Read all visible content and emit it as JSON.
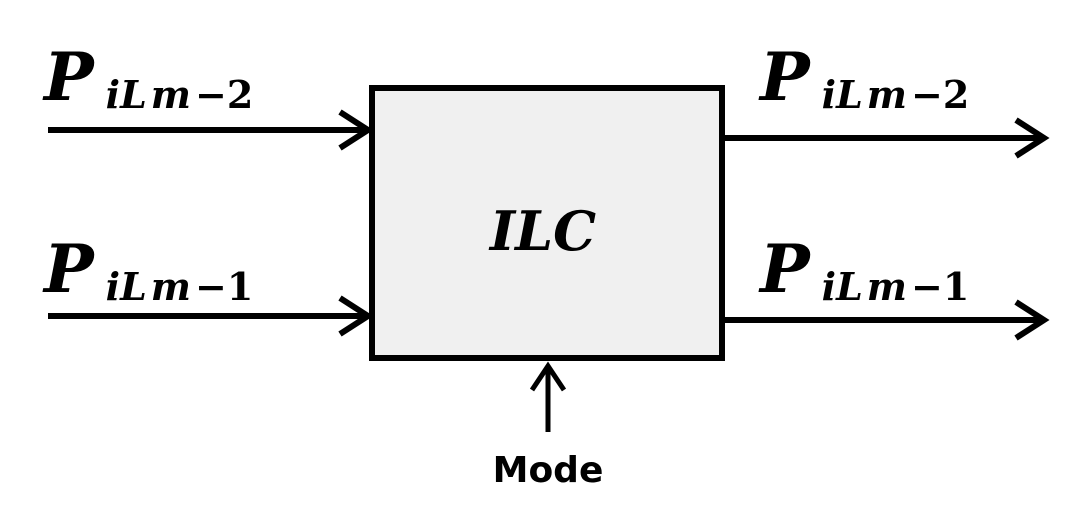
{
  "block": {
    "label": "ILC",
    "fill": "#f0f0f0",
    "stroke": "#000000"
  },
  "inputs": [
    {
      "symbol": "P",
      "sub_prefix": "iL",
      "sub_highlight": "m",
      "sub_suffix": "−2"
    },
    {
      "symbol": "P",
      "sub_prefix": "iL",
      "sub_highlight": "m",
      "sub_suffix": "−1"
    }
  ],
  "outputs": [
    {
      "symbol": "P",
      "sub_prefix": "iL",
      "sub_highlight": "m",
      "sub_suffix": "−2"
    },
    {
      "symbol": "P",
      "sub_prefix": "iL",
      "sub_highlight": "m",
      "sub_suffix": "−1"
    }
  ],
  "control": {
    "label": "Mode"
  },
  "colors": {
    "highlight": "#22bb22",
    "line": "#000000"
  }
}
